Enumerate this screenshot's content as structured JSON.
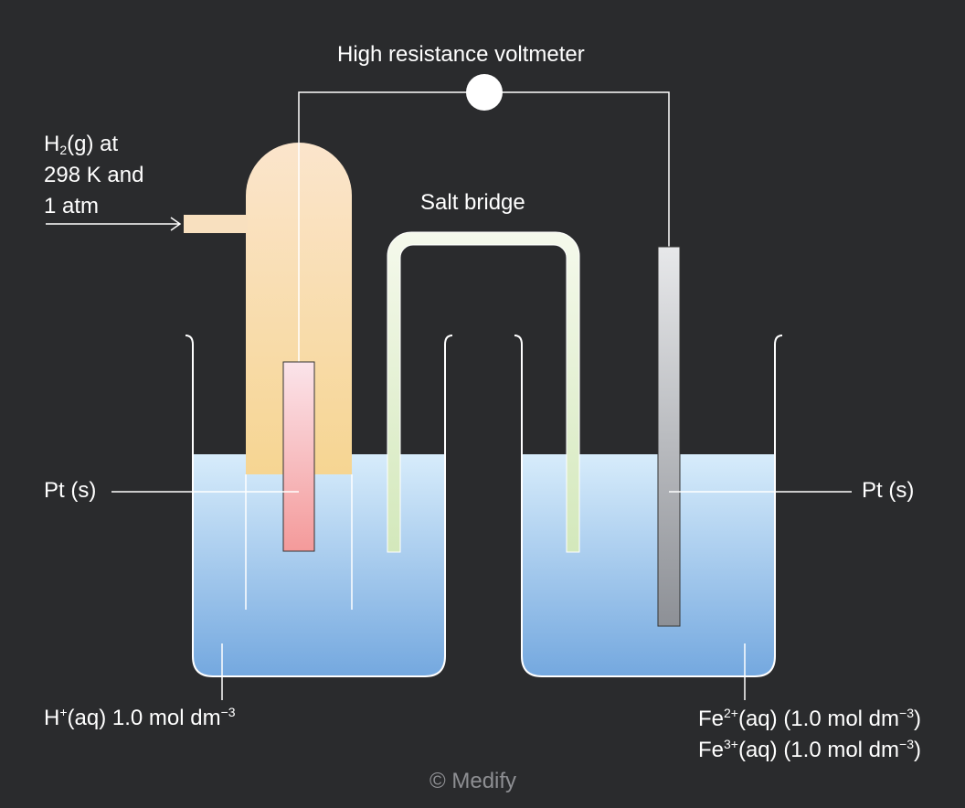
{
  "title": "High resistance voltmeter",
  "salt_bridge": "Salt bridge",
  "hydrogen_label": {
    "line1_prefix": "H",
    "line1_sub": "2",
    "line1_suffix": "(g) at",
    "line2": "298 K and",
    "line3": "1 atm"
  },
  "left_electrode_label": "Pt (s)",
  "right_electrode_label": "Pt (s)",
  "left_solution": {
    "prefix": "H",
    "charge": "+",
    "text": "(aq) 1.0 mol dm",
    "exp": "−3"
  },
  "right_solution": {
    "line1": {
      "prefix": "Fe",
      "charge": "2+",
      "text": "(aq) (1.0 mol dm",
      "exp": "−3",
      "close": ")"
    },
    "line2": {
      "prefix": "Fe",
      "charge": "3+",
      "text": "(aq) (1.0 mol dm",
      "exp": "−3",
      "close": ")"
    }
  },
  "copyright": "© Medify",
  "colors": {
    "background": "#2a2b2d",
    "outline": "#ffffff",
    "gas_tube_top": "#fbe5cc",
    "gas_tube_bottom": "#f6d592",
    "electrode_top": "#fbe4ea",
    "electrode_bottom": "#f49a9a",
    "solution_top": "#d7ecfb",
    "solution_bottom": "#74a8df",
    "salt_bridge_top": "#f5f9ec",
    "salt_bridge_bottom": "#d3e8bb",
    "fe_electrode_top": "#e7e8ea",
    "fe_electrode_bottom": "#8d9096"
  }
}
